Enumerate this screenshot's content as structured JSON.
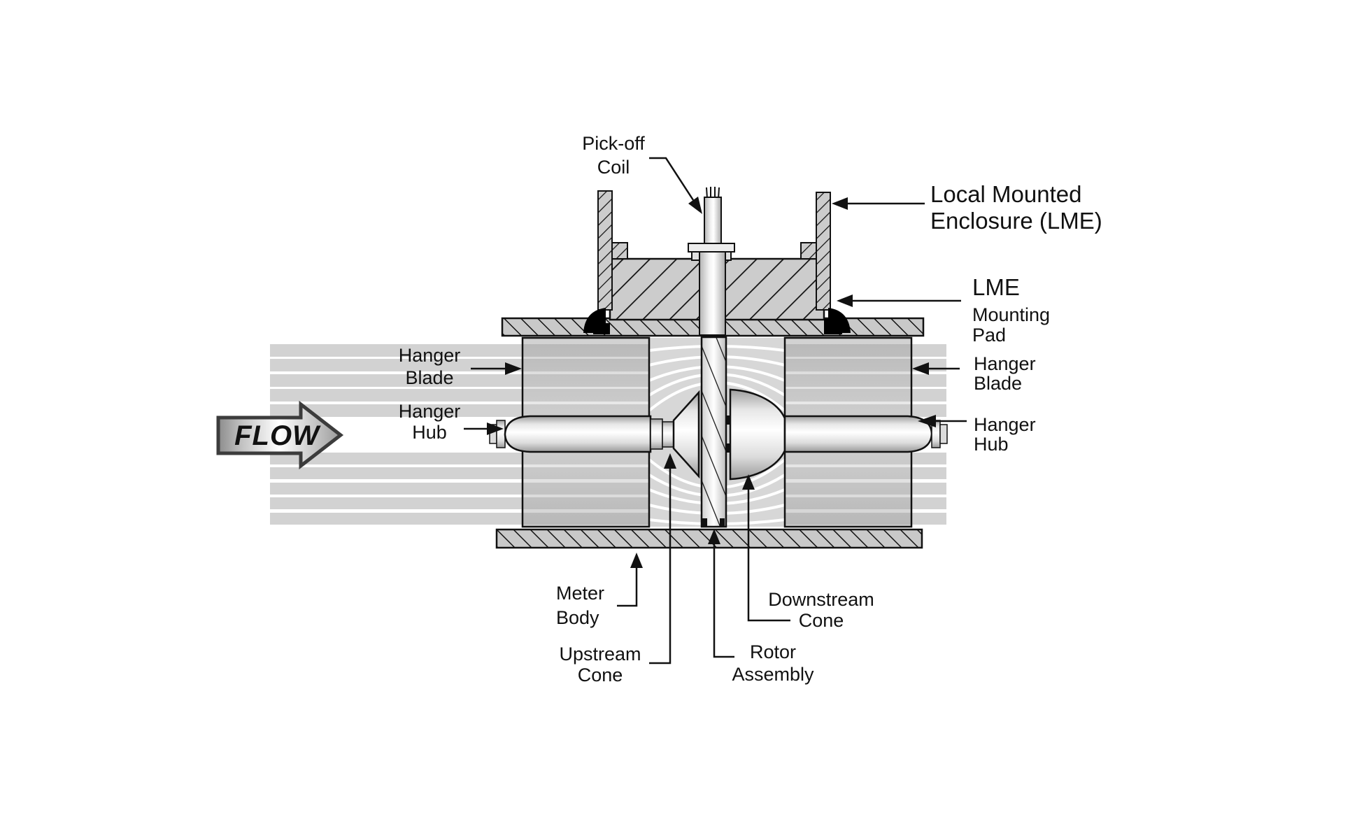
{
  "diagram": {
    "flow_arrow": {
      "label": "FLOW"
    },
    "labels": {
      "pickoff_coil": {
        "line1": "Pick-off",
        "line2": "Coil"
      },
      "local_mounted_enclosure": {
        "line1": "Local Mounted",
        "line2": "Enclosure (LME)"
      },
      "lme_mounting_pad": {
        "line1": "LME",
        "line2": "Mounting",
        "line3": "Pad"
      },
      "hanger_blade_left": {
        "line1": "Hanger",
        "line2": "Blade"
      },
      "hanger_hub_left": {
        "line1": "Hanger",
        "line2": "Hub"
      },
      "hanger_blade_right": {
        "line1": "Hanger",
        "line2": "Blade"
      },
      "hanger_hub_right": {
        "line1": "Hanger",
        "line2": "Hub"
      },
      "meter_body": {
        "line1": "Meter",
        "line2": "Body"
      },
      "upstream_cone": {
        "line1": "Upstream",
        "line2": "Cone"
      },
      "rotor_assembly": {
        "line1": "Rotor",
        "line2": "Assembly"
      },
      "downstream_cone": {
        "line1": "Downstream",
        "line2": "Cone"
      }
    },
    "colors": {
      "background": "#ffffff",
      "flow_stripe": "#d2d2d2",
      "hatch_fill": "#cacaca",
      "outline": "#111111",
      "weld_fill": "#000000",
      "text": "#111111"
    }
  }
}
